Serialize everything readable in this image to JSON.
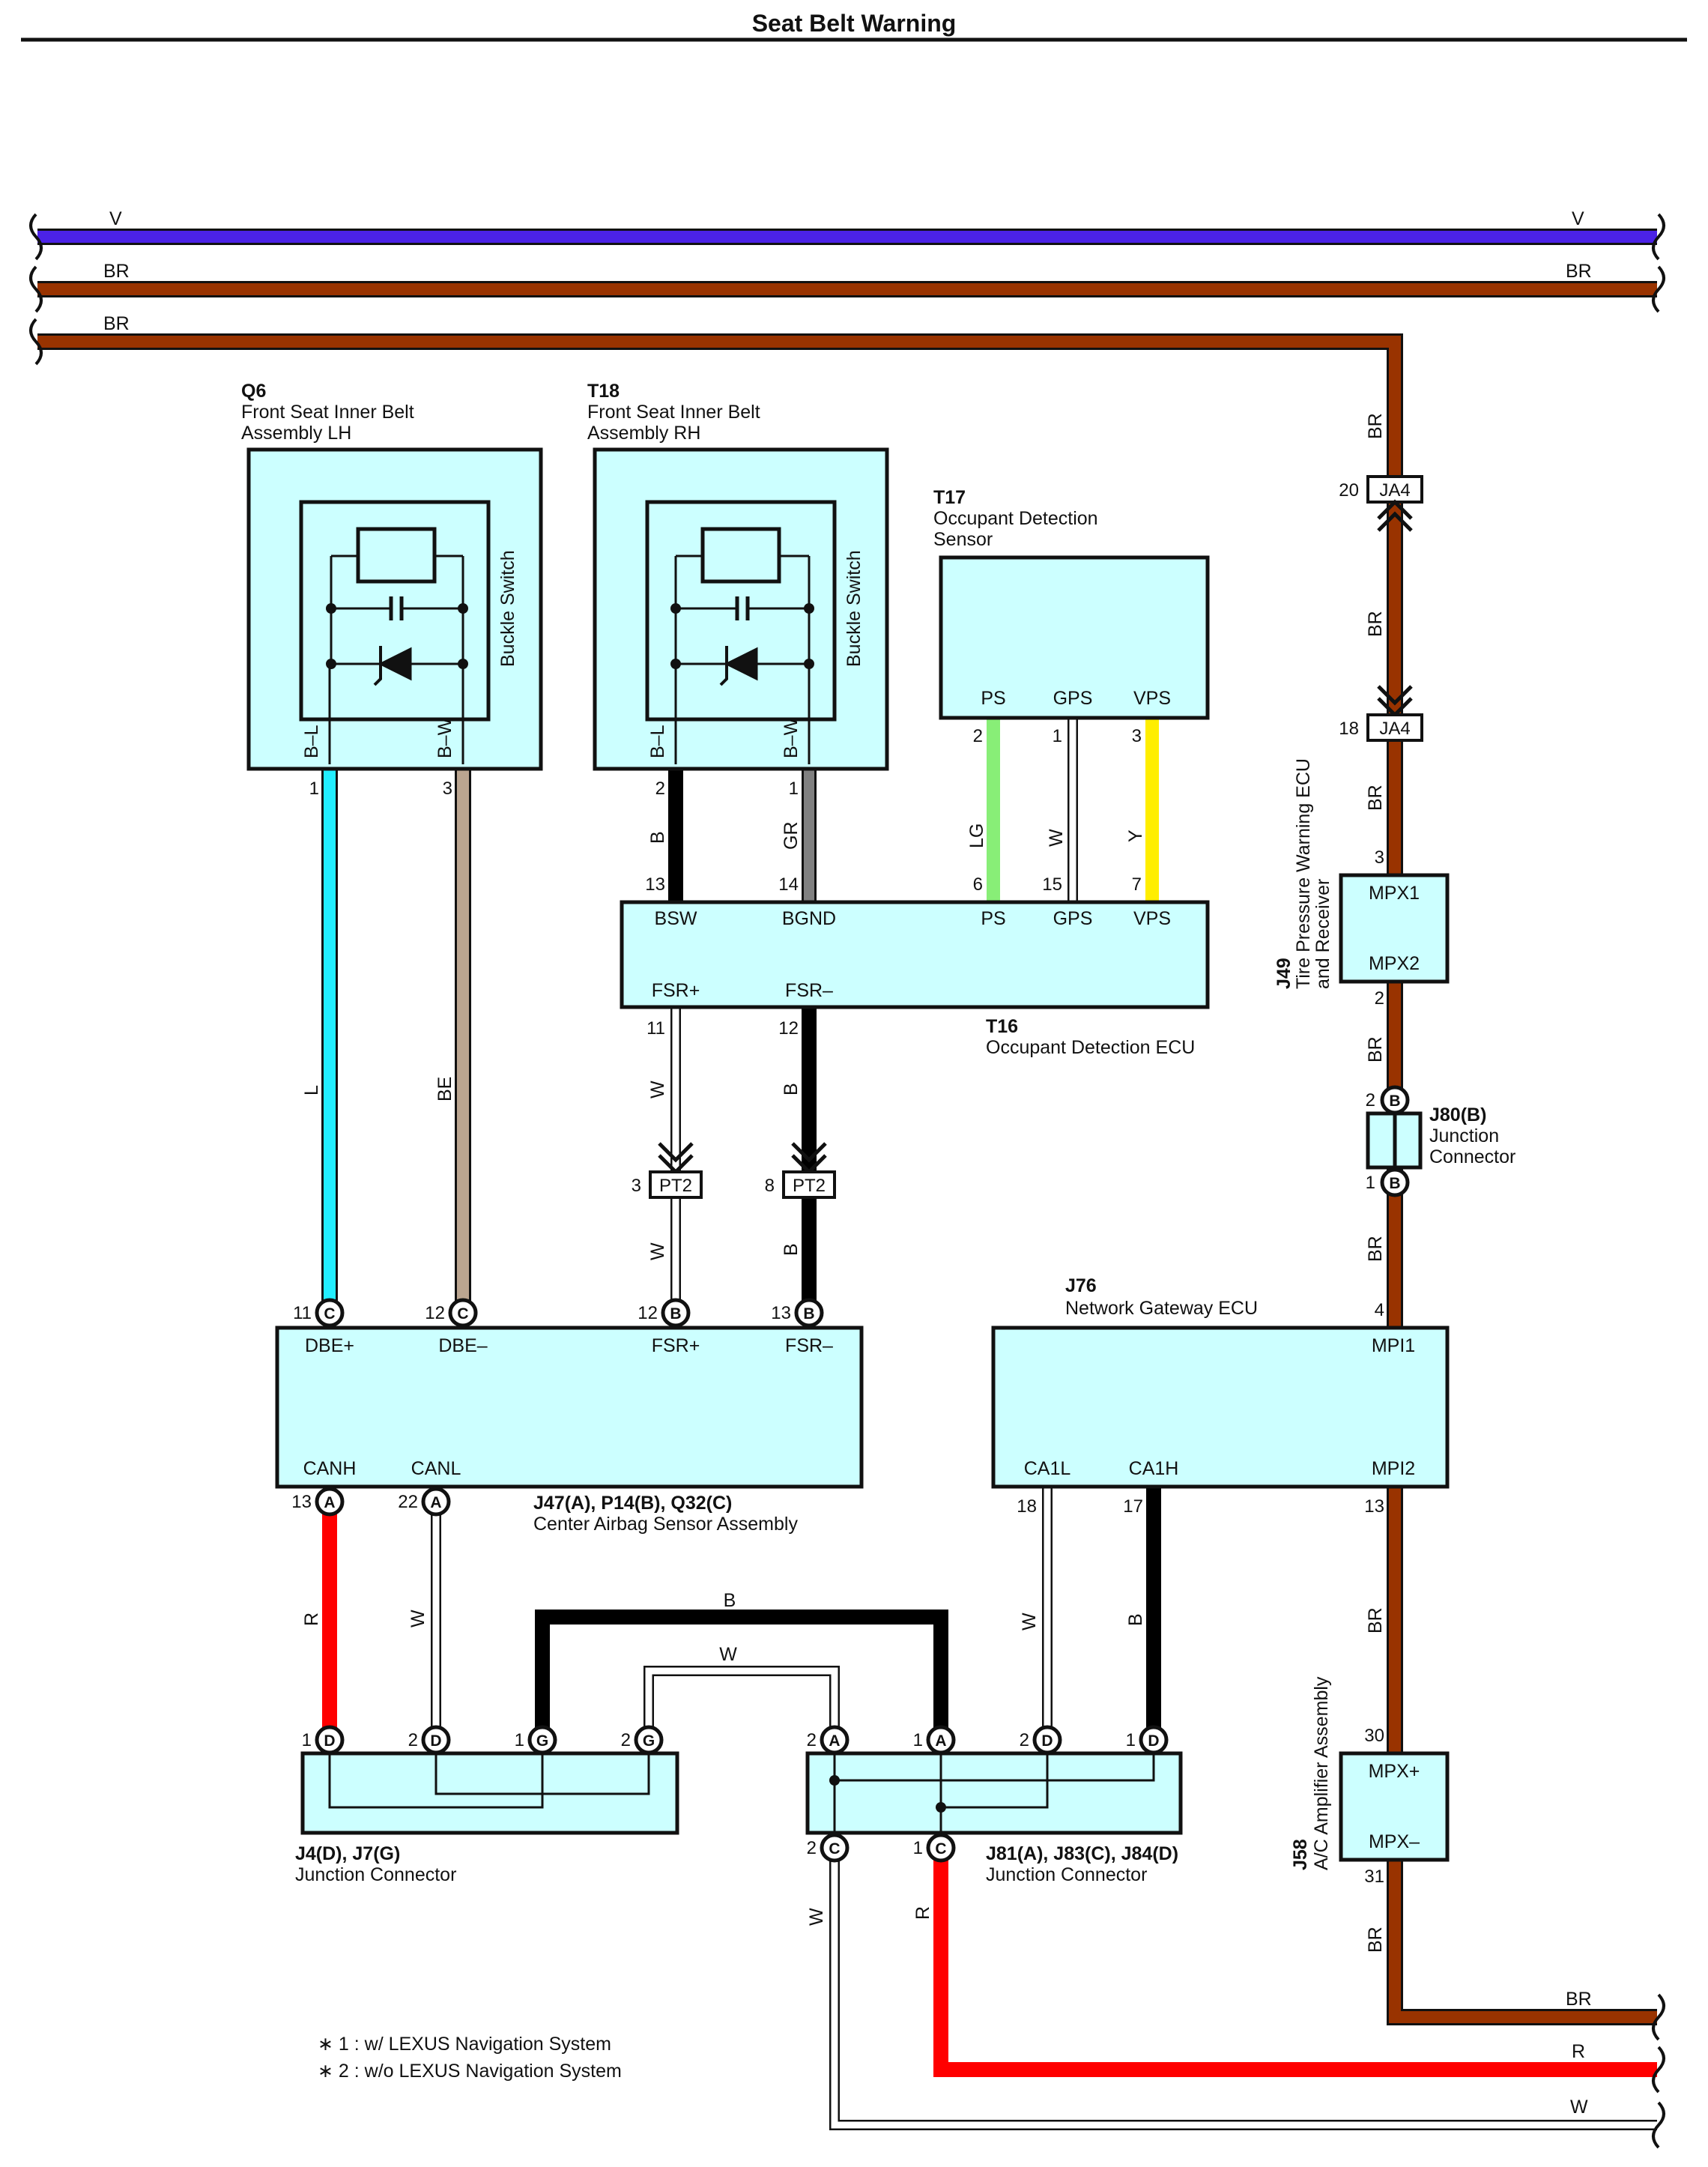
{
  "title": "Seat Belt Warning",
  "colors": {
    "V": "#4b22e6",
    "BR": "#993300",
    "L": "#22eeff",
    "BE": "#bba590",
    "B": "#000000",
    "GR": "#808080",
    "LG": "#88ee77",
    "Y": "#ffee00",
    "W": "#ffffff",
    "R": "#ff0000",
    "fill": "#ccffff"
  },
  "wire_labels": {
    "v_left": "V",
    "v_right": "V",
    "br1_left": "BR",
    "br1_right": "BR",
    "br2_left": "BR",
    "br_bot": "BR",
    "r_bot": "R",
    "w_bot": "W",
    "br_ja4_top": "BR",
    "br_ja4_mid": "BR",
    "br_ja4_low": "BR",
    "br_j49_low": "BR",
    "br_j80_low": "BR",
    "br_j76_low": "BR",
    "br_j58_low": "BR",
    "l_q6": "L",
    "be_q6": "BE",
    "b_t18": "B",
    "gr_t18": "GR",
    "lg_t17": "LG",
    "w_t17": "W",
    "y_t17": "Y",
    "w_fsr_top": "W",
    "b_fsr_top": "B",
    "w_fsr_bot": "W",
    "b_fsr_bot": "B",
    "r_canh": "R",
    "w_canl": "W",
    "b_bridge": "B",
    "w_bridge": "W",
    "w_ca1l": "W",
    "b_ca1h": "B",
    "w_j81_low": "W",
    "r_j81_low": "R"
  },
  "components": {
    "q6": {
      "ref": "Q6",
      "name1": "Front Seat Inner Belt",
      "name2": "Assembly LH",
      "side": "Buckle Switch",
      "t1": "B–L",
      "t2": "B–W"
    },
    "t18": {
      "ref": "T18",
      "name1": "Front Seat Inner Belt",
      "name2": "Assembly RH",
      "side": "Buckle Switch",
      "t1": "B–L",
      "t2": "B–W"
    },
    "t17": {
      "ref": "T17",
      "name1": "Occupant Detection",
      "name2": "Sensor",
      "ps": "PS",
      "gps": "GPS",
      "vps": "VPS"
    },
    "t16": {
      "ref": "T16",
      "name": "Occupant Detection ECU",
      "bsw": "BSW",
      "bgnd": "BGND",
      "ps": "PS",
      "gps": "GPS",
      "vps": "VPS",
      "fsrp": "FSR+",
      "fsrm": "FSR–"
    },
    "j49": {
      "ref": "J49",
      "name1": "Tire Pressure Warning ECU",
      "name2": "and Receiver",
      "mpx1": "MPX1",
      "mpx2": "MPX2"
    },
    "j80": {
      "ref": "J80(B)",
      "name1": "Junction",
      "name2": "Connector"
    },
    "j76": {
      "ref": "J76",
      "name": "Network Gateway ECU",
      "mpi1": "MPI1",
      "ca1l": "CA1L",
      "ca1h": "CA1H",
      "mpi2": "MPI2"
    },
    "j47": {
      "ref": "J47(A), P14(B), Q32(C)",
      "name": "Center Airbag Sensor Assembly",
      "dbep": "DBE+",
      "dbem": "DBE–",
      "fsrp": "FSR+",
      "fsrm": "FSR–",
      "canh": "CANH",
      "canl": "CANL"
    },
    "j4": {
      "ref": "J4(D), J7(G)",
      "name": "Junction Connector"
    },
    "j81": {
      "ref": "J81(A), J83(C), J84(D)",
      "name": "Junction Connector"
    },
    "j58": {
      "ref": "J58",
      "name": "A/C Amplifier Assembly",
      "mpxp": "MPX+",
      "mpxm": "MPX–"
    }
  },
  "connectors": {
    "ja4_top": "JA4",
    "ja4_bot": "JA4",
    "pt2_a": "PT2",
    "pt2_b": "PT2"
  },
  "pins": {
    "ja4_top": "20",
    "ja4_bot": "18",
    "j49_mpx1": "3",
    "j49_mpx2": "2",
    "j80_top": "2",
    "j80_bot": "1",
    "j76_mpi1": "4",
    "q6_1": "1",
    "q6_3": "3",
    "t18_2": "2",
    "t18_1": "1",
    "t17_ps": "2",
    "t17_gps": "1",
    "t17_vps": "3",
    "t16_bsw": "13",
    "t16_bgnd": "14",
    "t16_ps": "6",
    "t16_gps": "15",
    "t16_vps": "7",
    "t16_fsrp": "11",
    "t16_fsrm": "12",
    "pt2_a": "3",
    "pt2_b": "8",
    "j47_dbep": "11",
    "j47_dbem": "12",
    "j47_fsrp": "12",
    "j47_fsrm": "13",
    "j47_canh": "13",
    "j47_canl": "22",
    "j76_ca1l": "18",
    "j76_ca1h": "17",
    "j76_mpi2": "13",
    "j4_d1": "1",
    "j4_d2": "2",
    "j4_g1": "1",
    "j4_g2": "2",
    "j81_a2": "2",
    "j81_a1": "1",
    "j81_d2": "2",
    "j81_d1": "1",
    "j81_c2": "2",
    "j81_c1": "1",
    "j58_mpxp": "30",
    "j58_mpxm": "31"
  },
  "cc": {
    "j80_top": "B",
    "j80_bot": "B",
    "j47_dbep": "C",
    "j47_dbem": "C",
    "j47_fsrp": "B",
    "j47_fsrm": "B",
    "j47_canh": "A",
    "j47_canl": "A",
    "j4_d1": "D",
    "j4_d2": "D",
    "j4_g1": "G",
    "j4_g2": "G",
    "j81_a2": "A",
    "j81_a1": "A",
    "j81_d2": "D",
    "j81_d1": "D",
    "j81_c2": "C",
    "j81_c1": "C"
  },
  "notes": {
    "n1": "∗ 1 : w/ LEXUS Navigation System",
    "n2": "∗ 2 : w/o LEXUS Navigation System"
  }
}
